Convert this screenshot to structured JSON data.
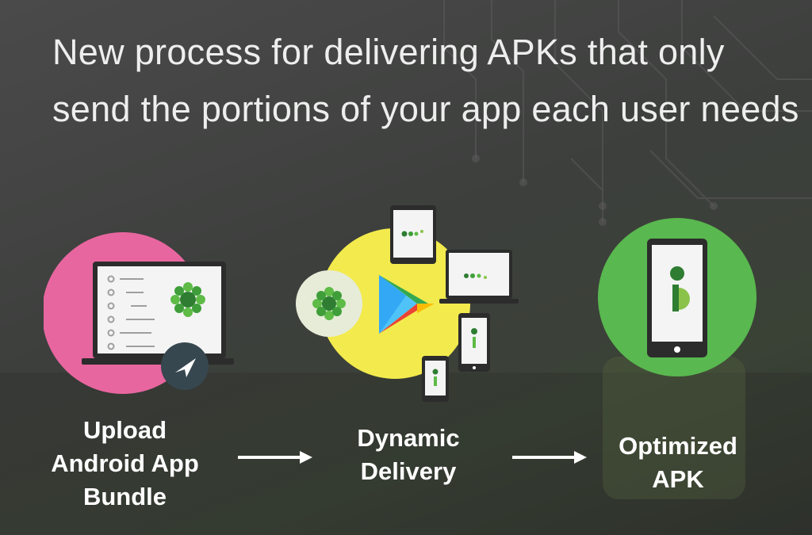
{
  "slide": {
    "headline": "New process for delivering APKs that only send the portions of your app each user needs"
  },
  "steps": [
    {
      "lines": [
        "Upload",
        "Android App",
        "Bundle"
      ]
    },
    {
      "lines": [
        "Dynamic",
        "Delivery"
      ]
    },
    {
      "lines": [
        "Optimized",
        "APK"
      ]
    }
  ],
  "colors": {
    "pink": "#e8669f",
    "yellow": "#f3ea4d",
    "green": "#59b84f",
    "bundle_green": "#3f9e3a",
    "dark_badge": "#37474f"
  },
  "icons": [
    "laptop-icon",
    "send-icon",
    "bundle-icon",
    "play-store-icon",
    "tablet-icon",
    "phone-icon",
    "arrow-right-icon"
  ]
}
